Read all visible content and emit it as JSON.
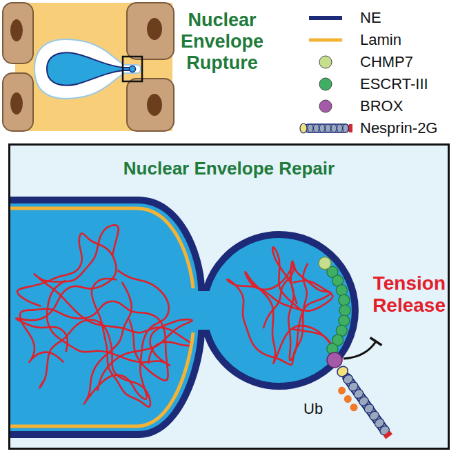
{
  "diagram": {
    "title": "Nuclear Envelope Rupture",
    "nodes": [
      {
        "text": [
          "Nuclear Envelope Repair",
          "Tension Release"
        ]
      }
    ],
    "labels": [
      "Ub"
    ],
    "legend": [
      {
        "text": "NE"
      },
      {
        "text": "Lamin"
      },
      {
        "text": "CHMP7",
        "color": "#c6df8e"
      },
      {
        "text": "ESCRT-III",
        "color": "#3fb063"
      },
      {
        "text": "BROX",
        "color": "#a45aa8"
      },
      {
        "text": "Nesprin-2G"
      }
    ]
  }
}
